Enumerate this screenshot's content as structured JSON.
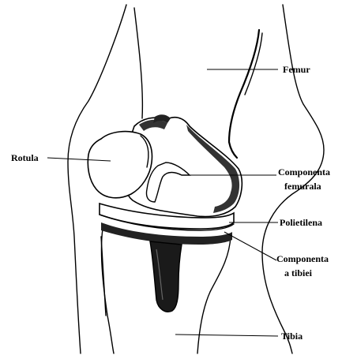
{
  "labels": {
    "femur": "Femur",
    "rotula": "Rotula",
    "componenta_femurala_1": "Componenta",
    "componenta_femurala_2": "femurala",
    "polietilena": "Polietilena",
    "componenta_tibiei_1": "Componenta",
    "componenta_tibiei_2": "a tibiei",
    "tibia": "Tibia"
  }
}
